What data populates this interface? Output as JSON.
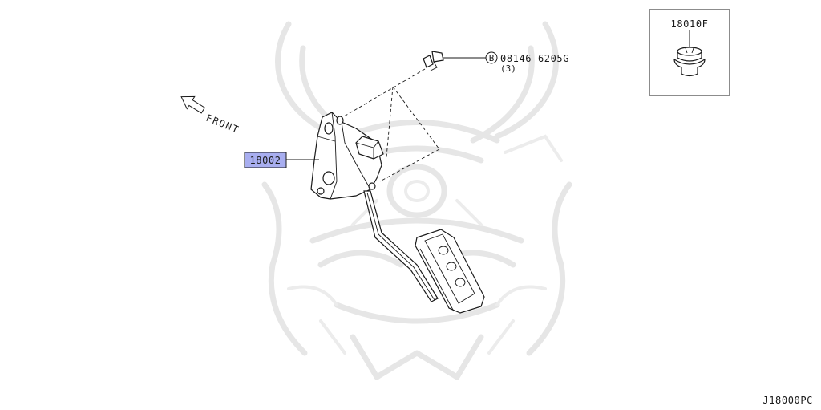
{
  "diagram": {
    "part_main": "18002",
    "bolt": {
      "prefix": "B",
      "part_number": "08146-6205G",
      "qty": "(3)"
    },
    "inset_part": "18010F",
    "direction": "FRONT",
    "page_code": "J18000PC",
    "colors": {
      "line": "#1a1a1a",
      "highlight_fill": "#a8aef0",
      "highlight_border": "#1a1a1a",
      "watermark": "#e6e6e6"
    }
  }
}
